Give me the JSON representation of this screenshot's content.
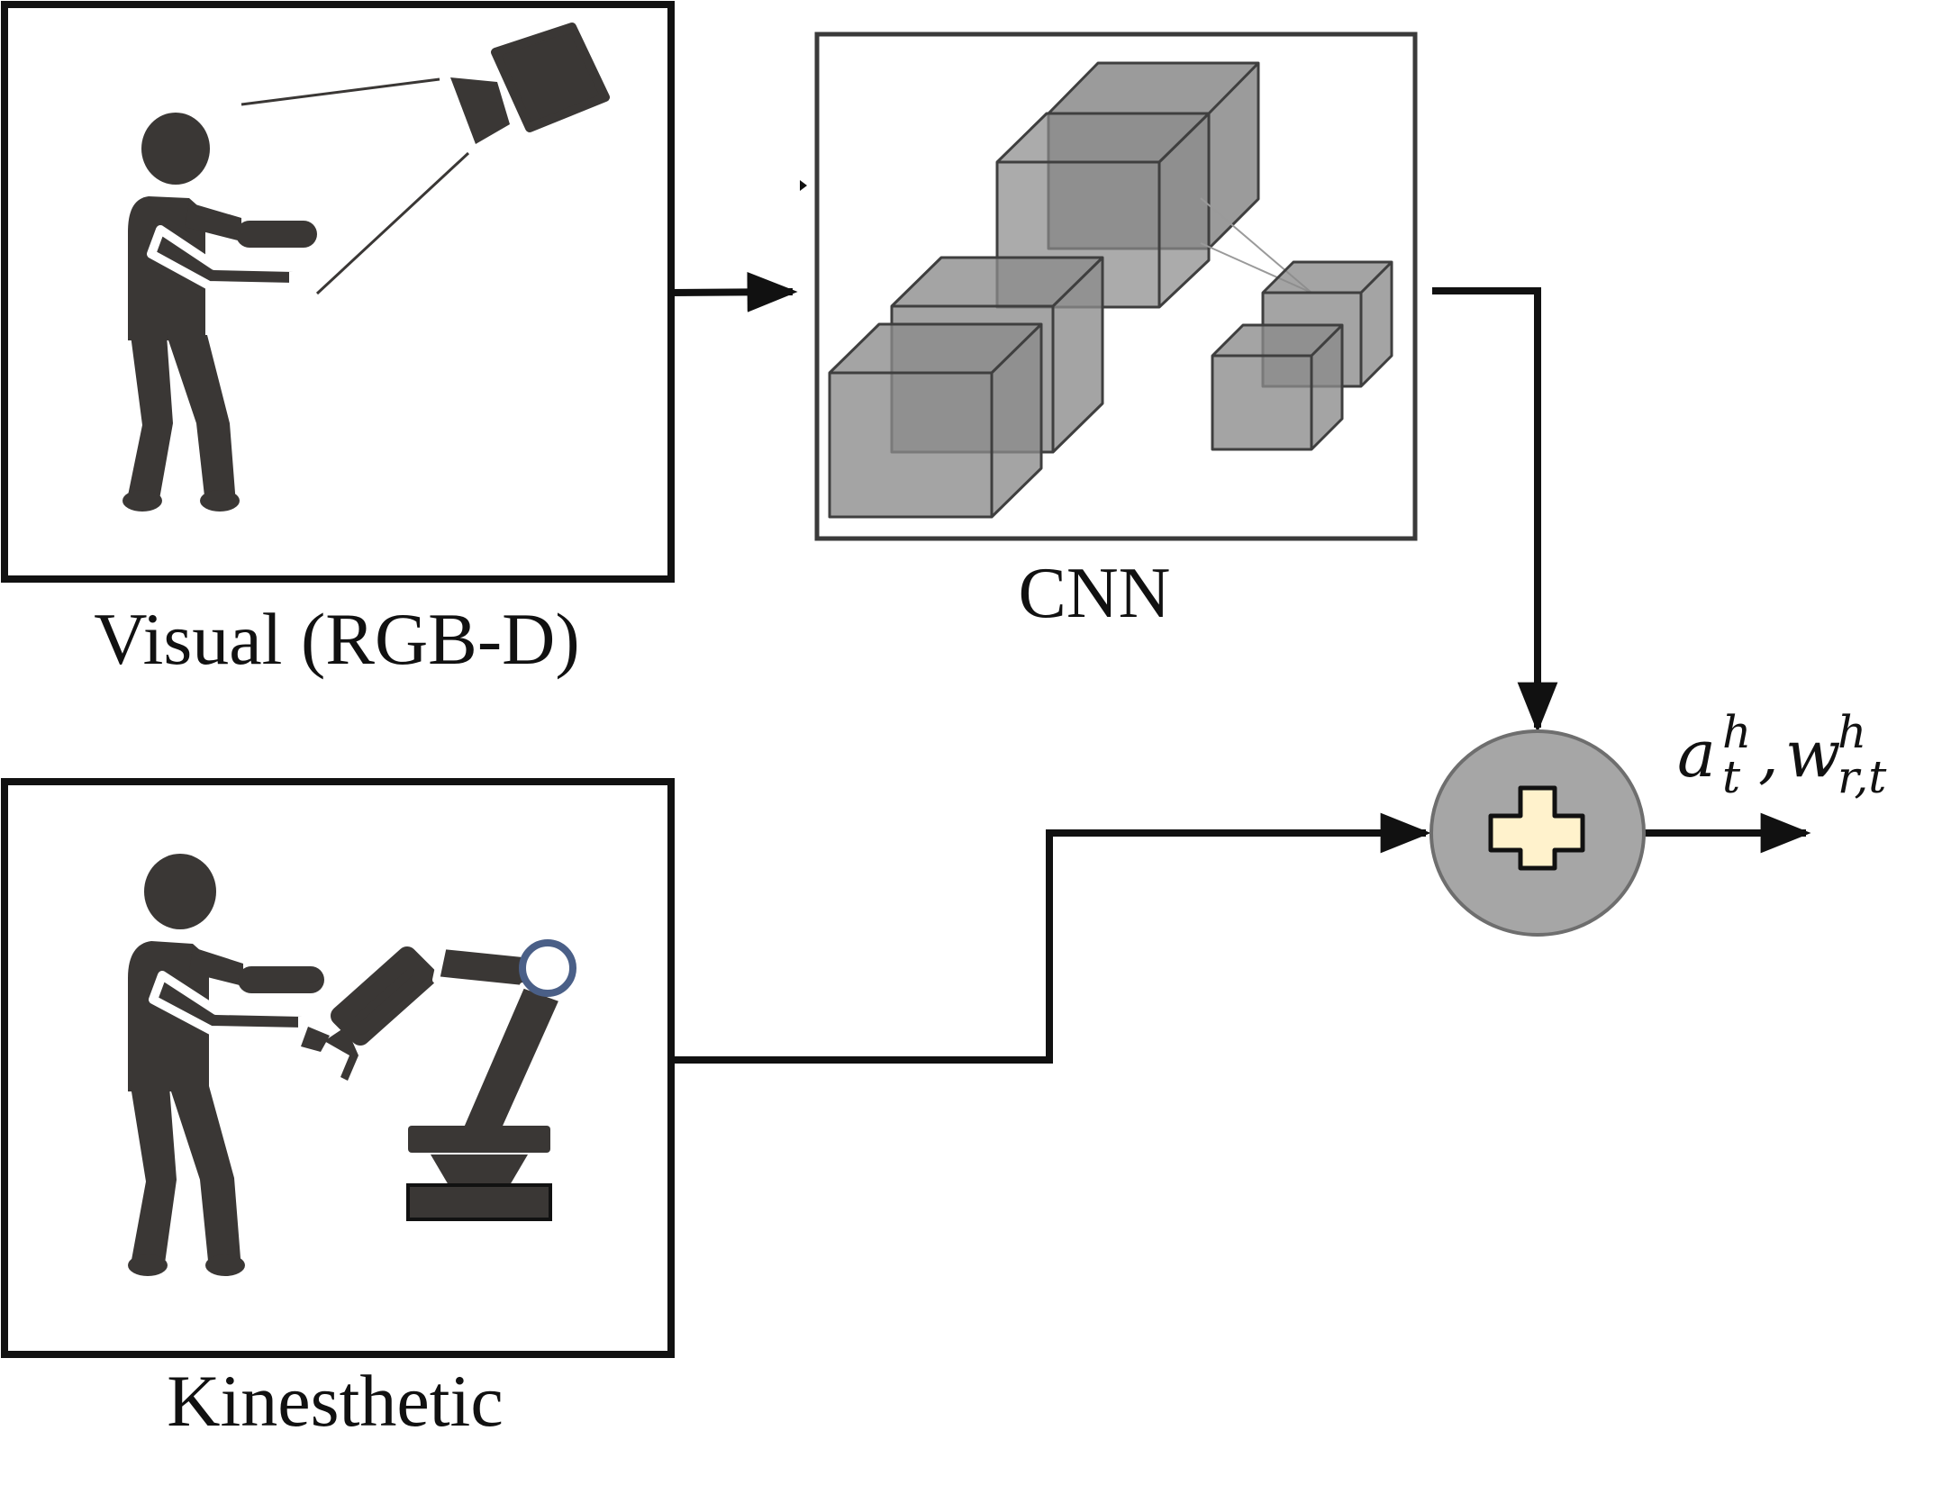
{
  "labels": {
    "visual": "Visual (RGB-D)",
    "cnn": "CNN",
    "kinesthetic": "Kinesthetic"
  },
  "output": {
    "a_base": "a",
    "a_sup": "h",
    "a_sub": "t",
    "comma": ",",
    "w_base": "w",
    "w_sup": "h",
    "w_sub": "r,t"
  },
  "colors": {
    "figure": "#3a3735",
    "box_stroke": "#111111",
    "cube_fill": "#7f7f7f",
    "cube_stroke": "#3f3f3f",
    "sum_node_fill": "#a6a6a6",
    "sum_node_stroke": "#6e6e6e",
    "plus_fill": "#fff2cc",
    "joint_ring": "#4a5f87"
  },
  "icons": {
    "visual_scene": "person-camera-icon",
    "kinesthetic_scene": "person-robot-arm-icon",
    "cnn_layers": "conv-layers-icon",
    "sum": "plus-icon"
  }
}
